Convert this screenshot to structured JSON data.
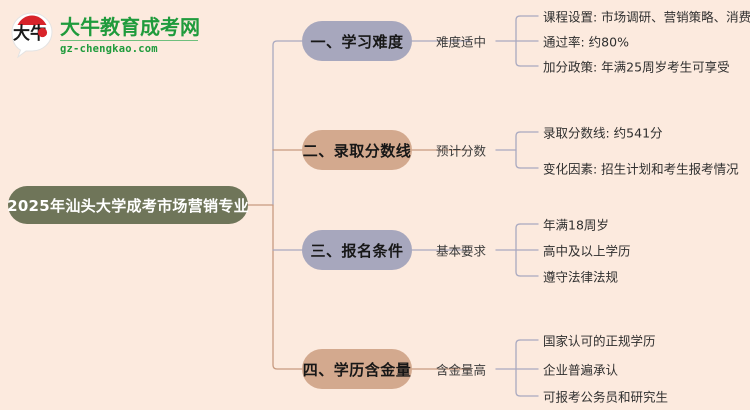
{
  "meta": {
    "background_color": "#fceade",
    "root_color": "#6f7559",
    "branch_purple": "#a7a7bd",
    "branch_tan": "#d3a98e",
    "logo_green": "#1f9b3c",
    "connector_purple": "#a9a9c0",
    "connector_tan": "#c79a80"
  },
  "logo": {
    "mark_text": "大牛",
    "brand_name": "大牛教育成考网",
    "url": "gz-chengkao.com"
  },
  "mindmap": {
    "root": {
      "label": "2025年汕头大学成考市场营销专业"
    },
    "branches": [
      {
        "label": "一、学习难度",
        "color": "purple",
        "sub_label": "难度适中",
        "leaves": [
          "课程设置: 市场调研、营销策略、消费者行为",
          "通过率: 约80%",
          "加分政策: 年满25周岁考生可享受"
        ]
      },
      {
        "label": "二、录取分数线",
        "color": "tan",
        "sub_label": "预计分数",
        "leaves": [
          "录取分数线: 约541分",
          "变化因素: 招生计划和考生报考情况"
        ]
      },
      {
        "label": "三、报名条件",
        "color": "purple",
        "sub_label": "基本要求",
        "leaves": [
          "年满18周岁",
          "高中及以上学历",
          "遵守法律法规"
        ]
      },
      {
        "label": "四、学历含金量",
        "color": "tan",
        "sub_label": "含金量高",
        "leaves": [
          "国家认可的正规学历",
          "企业普遍承认",
          "可报考公务员和研究生"
        ]
      }
    ]
  }
}
